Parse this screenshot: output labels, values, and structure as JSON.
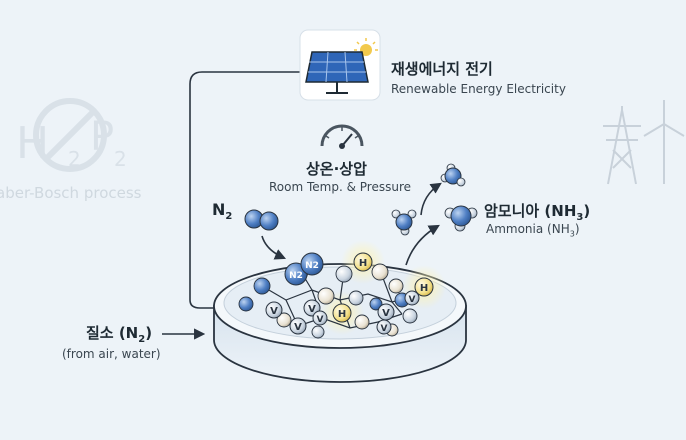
{
  "solar": {
    "title_ko": "재생에너지 전기",
    "subtitle_en": "Renewable Energy Electricity"
  },
  "conditions": {
    "title_ko": "상온·상압",
    "subtitle_en": "Room Temp. & Pressure"
  },
  "nitrogen_input": {
    "molecule": "N",
    "subscript": "2"
  },
  "ammonia_output": {
    "title_prefix": "암모니아 (NH",
    "title_sub": "3",
    "title_suffix": ")",
    "subtitle_prefix": "Ammonia (NH",
    "subtitle_sub": "3",
    "subtitle_suffix": ")"
  },
  "nitrogen_source": {
    "title_prefix": "질소 (N",
    "title_sub": "2",
    "title_suffix": ")",
    "subtitle": "(from air, water)"
  },
  "haber_bosch": {
    "caption": "aber-Bosch process",
    "letters": [
      "H",
      "2",
      "P",
      "2"
    ]
  },
  "catalyst": {
    "surface_labels": [
      "V",
      "V",
      "V",
      "V",
      "V",
      "V",
      "V"
    ],
    "adsorbed_labels": [
      "N2",
      "N2"
    ],
    "hydrogen_labels": [
      "H",
      "H",
      "H"
    ]
  },
  "colors": {
    "background": "#edf3f8",
    "nitrogen_blue": "#4f7fc4",
    "hydrogen_yellow": "#f3e08a",
    "vanadium_gray": "#c9d4e0",
    "outline": "#2a3440"
  }
}
